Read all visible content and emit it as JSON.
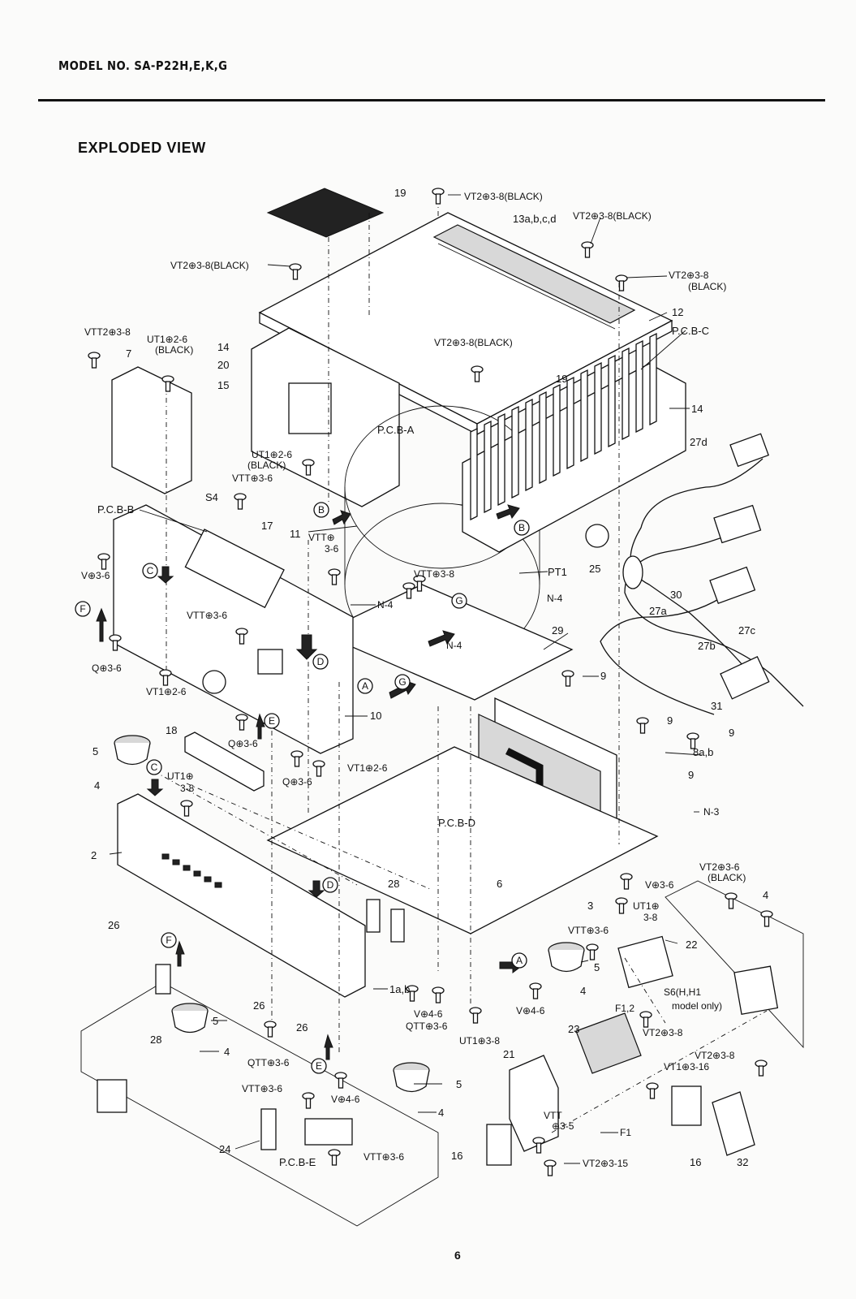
{
  "header": {
    "model_no": "MODEL NO. SA-P22H,E,K,G"
  },
  "section_title": "EXPLODED VIEW",
  "page_number": "6",
  "callouts": {
    "c19a": "19",
    "screw_top_center": "VT2⊕3-8(BLACK)",
    "c13": "13a,b,c,d",
    "screw_top_right": "VT2⊕3-8(BLACK)",
    "screw_top_left": "VT2⊕3-8(BLACK)",
    "screw_right_1": "VT2⊕3-8",
    "screw_right_1b": "(BLACK)",
    "c12": "12",
    "pcb_c": "P.C.B-C",
    "screw_mid": "VT2⊕3-8(BLACK)",
    "vtt_left": "VTT2⊕3-8",
    "c7": "7",
    "ut_left": "UT1⊕2-6",
    "ut_left_b": "(BLACK)",
    "c14a": "14",
    "c20": "20",
    "c15": "15",
    "c19b": "19",
    "c14b": "14",
    "pcb_a": "P.C.B-A",
    "c27d": "27d",
    "ut_mid": "UT1⊕2-6",
    "ut_mid_b": "(BLACK)",
    "vtt_mid": "VTT⊕3-6",
    "s4": "S4",
    "pcb_b": "P.C.B-B",
    "c17": "17",
    "c11": "11",
    "vtt_b": "VTT⊕",
    "vtt_b2": "3-6",
    "v36": "V⊕3-6",
    "vtt38": "VTT⊕3-8",
    "pt1": "PT1",
    "c25": "25",
    "c30": "30",
    "c27a": "27a",
    "n4a": "N-4",
    "n4b": "N-4",
    "n4c": "N-4",
    "vtt36b": "VTT⊕3-6",
    "c29": "29",
    "c27b": "27b",
    "c27c": "27c",
    "q36": "Q⊕3-6",
    "vt26": "VT1⊕2-6",
    "c9a": "9",
    "c31": "31",
    "c10": "10",
    "c18": "18",
    "c9b": "9",
    "c9c": "9",
    "c5a": "5",
    "q36b": "Q⊕3-6",
    "c8": "8a,b",
    "vt26b": "VT1⊕2-6",
    "c4a": "4",
    "ut38": "UT1⊕",
    "ut38b": "3-8",
    "q36c": "Q⊕3-6",
    "c9d": "9",
    "n3": "N-3",
    "pcb_d": "P.C.B-D",
    "c2": "2",
    "c6": "6",
    "vt236": "VT2⊕3-6",
    "vt236b": "(BLACK)",
    "v36b": "V⊕3-6",
    "c28a": "28",
    "c4b": "4",
    "c26a": "26",
    "c3": "3",
    "ut38c": "UT1⊕",
    "ut38d": "3-8",
    "vtt36c": "VTT⊕3-6",
    "c22": "22",
    "c1": "1a,b",
    "c5b": "5",
    "v46": "V⊕4-6",
    "qtt36": "QTT⊕3-6",
    "v46b": "V⊕4-6",
    "c4c": "4",
    "s6": "S6(H,H1",
    "s6b": "model only)",
    "f12": "F1,2",
    "c26b": "26",
    "c26c": "26",
    "ut38e": "UT1⊕3-8",
    "c23": "23",
    "vt238": "VT2⊕3-8",
    "c28b": "28",
    "c5c": "5",
    "qtt36b": "QTT⊕3-6",
    "c4d": "4",
    "c21": "21",
    "vt238b": "VT2⊕3-8",
    "vt316": "VT1⊕3-16",
    "vtt36d": "VTT⊕3-6",
    "v46c": "V⊕4-6",
    "c5d": "5",
    "vtt35": "VTT",
    "vtt35b": "⊕3-5",
    "f1": "F1",
    "c4e": "4",
    "c24": "24",
    "pcb_e": "P.C.B-E",
    "vtt36e": "VTT⊕3-6",
    "c16a": "16",
    "vt315": "VT2⊕3-15",
    "c16b": "16",
    "c32": "32"
  },
  "circled_markers": [
    "A",
    "B",
    "C",
    "D",
    "E",
    "F",
    "G"
  ]
}
